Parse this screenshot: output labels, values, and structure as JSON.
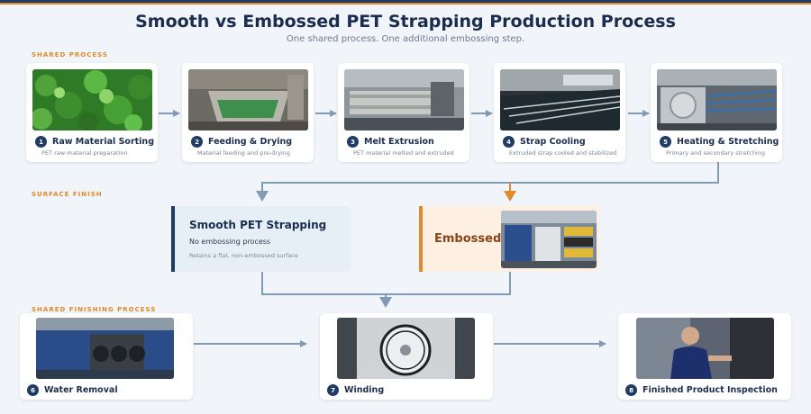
{
  "title": "Smooth vs Embossed PET Strapping Production Process",
  "subtitle": "One shared process. One additional embossing step.",
  "sections": {
    "shared": "SHARED PROCESS",
    "surface": "SURFACE FINISH",
    "finishing": "SHARED FINISHING PROCESS"
  },
  "steps": [
    {
      "num": "1",
      "title": "Raw Material Sorting",
      "desc": "PET raw-material preparation"
    },
    {
      "num": "2",
      "title": "Feeding & Drying",
      "desc": "Material feeding and pre-drying"
    },
    {
      "num": "3",
      "title": "Melt Extrusion",
      "desc": "PET material melted and extruded"
    },
    {
      "num": "4",
      "title": "Strap Cooling",
      "desc": "Extruded strap cooled and stabilized"
    },
    {
      "num": "5",
      "title": "Heating & Stretching",
      "desc": "Primary and secondary stretching"
    }
  ],
  "finish": {
    "smooth": {
      "title": "Smooth PET Strapping",
      "line1": "No embossing process",
      "line2": "Retains a flat, non-embossed surface"
    },
    "embossed": {
      "title": "Embossed"
    }
  },
  "final_steps": [
    {
      "num": "6",
      "title": "Water Removal"
    },
    {
      "num": "7",
      "title": "Winding"
    },
    {
      "num": "8",
      "title": "Finished Product Inspection"
    }
  ],
  "colors": {
    "navy": "#1f3c66",
    "accent_orange": "#e08a2b",
    "connector": "#7f9bb5",
    "background": "#f1f4f8"
  }
}
